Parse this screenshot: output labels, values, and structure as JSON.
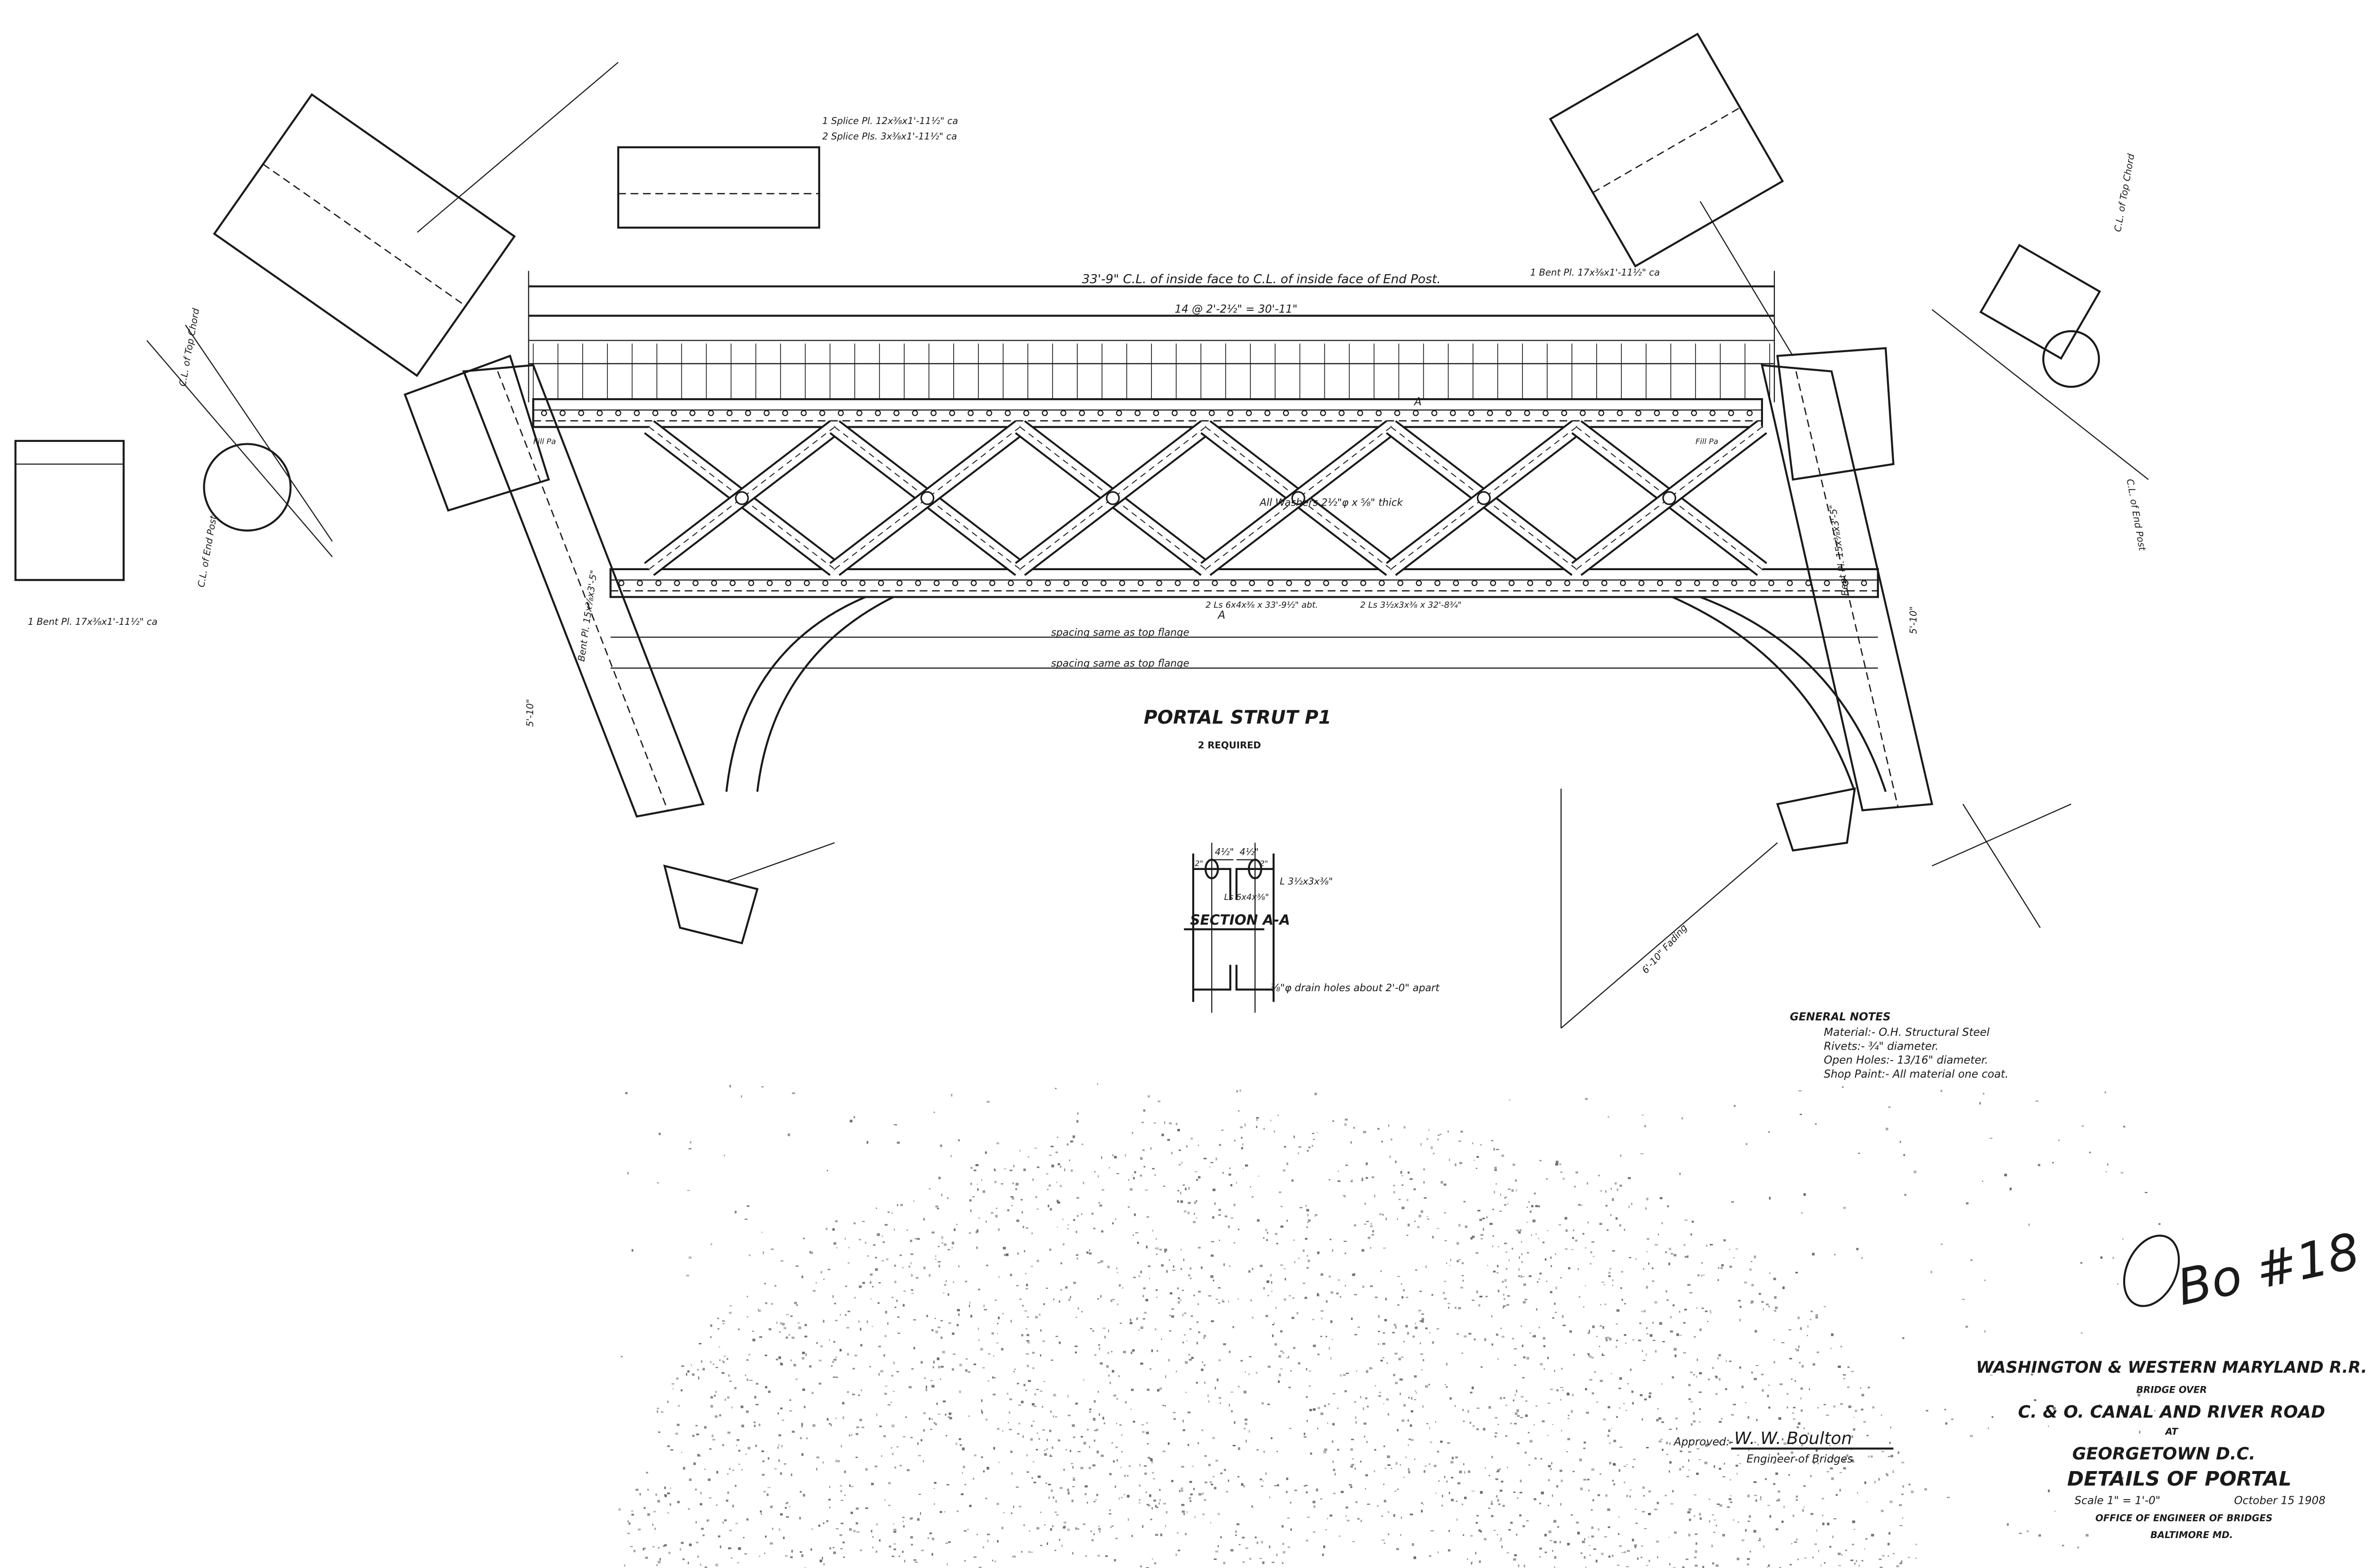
{
  "title_block": {
    "railroad": "WASHINGTON & WESTERN MARYLAND R.R.",
    "bridge_over": "BRIDGE OVER",
    "crossing": "C. & O. CANAL  AND  RIVER ROAD",
    "at": "AT",
    "location": "GEORGETOWN  D.C.",
    "sheet_title": "DETAILS OF PORTAL",
    "scale": "Scale 1\" = 1'-0\"",
    "date": "October 15 1908",
    "office": "OFFICE OF ENGINEER OF BRIDGES",
    "city": "BALTIMORE  MD."
  },
  "approval": {
    "label": "Approved:-",
    "signature": "W. W. Boulton",
    "role": "Engineer of Bridges"
  },
  "stamp": "Bo #18",
  "main_view": {
    "title": "PORTAL STRUT P1",
    "subtitle": "2 REQUIRED",
    "overall_dim": "33'-9\" C.L. of inside face to C.L. of inside face of End Post.",
    "panel_dim": "14 @ 2'-2½\" = 30'-11\"",
    "washers_note": "All Washers 2½\"φ x ⅝\" thick",
    "top_chord_member": "2 Ls 3½x3x⅜ x 32'-8¾\"",
    "bottom_chord_member": "2 Ls 6x4x⅜ x 33'-9½\" abt.",
    "spacing_note_1": "spacing same as top flange",
    "spacing_note_2": "spacing same as top flange",
    "section_mark": "A",
    "left_plate": "Bent Pl. 15x⅜x3'-5\"",
    "right_plate": "Bent Pl. 15x⅜x3'-5\"",
    "fill_left": "Fill Pa",
    "fill_right": "Fill Pa",
    "left_edge_dim": "5'-10\"",
    "right_edge_dim": "5'-10\"",
    "splice_note_1": "1 Splice Pl. 12x⅜x1'-11½\" ca",
    "splice_note_2": "2 Splice Pls. 3x⅜x1'-11½\" ca",
    "grip_note": "6'-10\" Fading"
  },
  "section_aa": {
    "title": "SECTION A-A",
    "dim_left": "4½\"",
    "dim_right": "4½\"",
    "edge_left": "2\"",
    "edge_right": "2\"",
    "angle_label": "L 3½x3x⅜\"",
    "channel_label": "Ls 6x4x⅜\"",
    "drain_note": "⅞\"φ drain holes about 2'-0\" apart"
  },
  "general_notes": {
    "heading": "GENERAL NOTES",
    "items": [
      "Material:- O.H. Structural Steel",
      "Rivets:- ¾\" diameter.",
      "Open Holes:- 13/16\" diameter.",
      "Shop Paint:- All material one coat."
    ]
  },
  "side_details": {
    "left_label": "C.L. of Top Chord",
    "left_end_post": "C.L. of End Post",
    "right_label": "C.L. of Top Chord",
    "right_end_post": "C.L. of End Post",
    "left_bent_pl": "1 Bent Pl. 17x⅜x1'-11½\" ca",
    "right_bent_pl": "1 Bent Pl. 17x⅜x1'-11½\" ca"
  }
}
